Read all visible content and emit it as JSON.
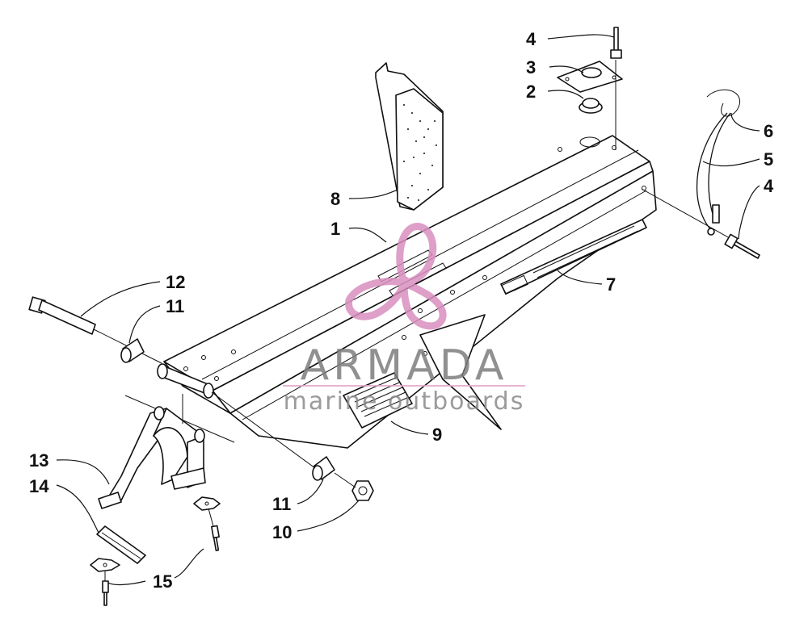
{
  "callouts": {
    "c1": "1",
    "c2": "2",
    "c3": "3",
    "c4a": "4",
    "c4b": "4",
    "c5": "5",
    "c6": "6",
    "c7": "7",
    "c8": "8",
    "c9": "9",
    "c10": "10",
    "c11a": "11",
    "c11b": "11",
    "c12": "12",
    "c13": "13",
    "c14": "14",
    "c15": "15"
  },
  "watermark": {
    "title": "ARMADA",
    "subtitle": "marine outboards",
    "colors": {
      "logo": "#d98fbf",
      "text": "#7d7d7d",
      "underline": "#e2a6cc"
    }
  }
}
